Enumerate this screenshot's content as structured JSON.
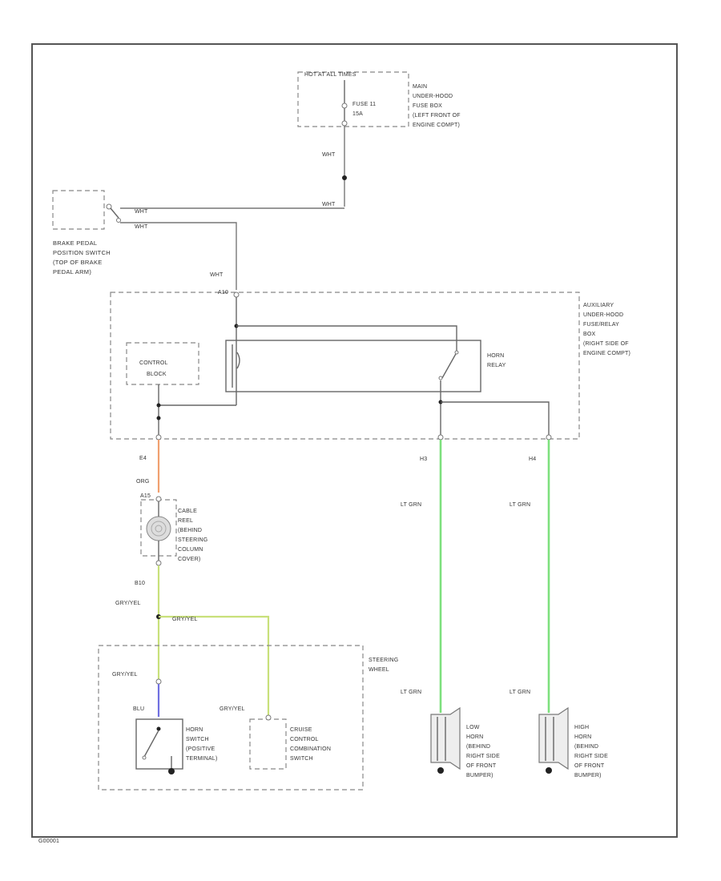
{
  "fuse_box": {
    "header": "HOT AT ALL TIMES",
    "fuse": [
      "FUSE 11",
      "15A"
    ],
    "name": [
      "MAIN",
      "UNDER-HOOD",
      "FUSE BOX",
      "(LEFT FRONT OF",
      "ENGINE COMPT)"
    ]
  },
  "brake_switch": {
    "name": [
      "BRAKE PEDAL",
      "POSITION SWITCH",
      "(TOP OF BRAKE",
      "PEDAL ARM)"
    ]
  },
  "aux_box": {
    "name": [
      "AUXILIARY",
      "UNDER-HOOD",
      "FUSE/RELAY",
      "BOX",
      "(RIGHT SIDE OF",
      "ENGINE COMPT)"
    ],
    "control_block": [
      "CONTROL",
      "BLOCK"
    ],
    "horn_relay": [
      "HORN",
      "RELAY"
    ],
    "top_connector": "A10"
  },
  "cable_reel": {
    "name": [
      "CABLE",
      "REEL",
      "(BEHIND",
      "STEERING",
      "COLUMN",
      "COVER)"
    ],
    "top_connector": "A15"
  },
  "steering_wheel": {
    "name": [
      "STEERING",
      "WHEEL"
    ],
    "horn_switch": [
      "HORN",
      "SWITCH",
      "(POSITIVE",
      "TERMINAL)"
    ],
    "cruise_switch": [
      "CRUISE",
      "CONTROL",
      "COMBINATION",
      "SWITCH"
    ]
  },
  "low_horn": {
    "name": [
      "LOW",
      "HORN",
      "(BEHIND",
      "RIGHT SIDE",
      "OF FRONT",
      "BUMPER)"
    ]
  },
  "high_horn": {
    "name": [
      "HIGH",
      "HORN",
      "(BEHIND",
      "RIGHT SIDE",
      "OF FRONT",
      "BUMPER)"
    ]
  },
  "wires": {
    "wht_fuse": "WHT",
    "wht_junction": "WHT",
    "wht_brake_1": "WHT",
    "wht_brake_2": "WHT",
    "wht_aux": "WHT",
    "e4": "E4",
    "org": "ORG",
    "b10": "B10",
    "gry_yel_1": "GRY/YEL",
    "gry_yel_2": "GRY/YEL",
    "gry_yel_3": "GRY/YEL",
    "gry_yel_4": "GRY/YEL",
    "blu": "BLU",
    "h3": "H3",
    "h4": "H4",
    "lt_grn_1": "LT GRN",
    "lt_grn_2": "LT GRN",
    "lt_grn_3": "LT GRN",
    "lt_grn_4": "LT GRN"
  },
  "footer_code": "G00001",
  "colors": {
    "wht": "#aaaaaa",
    "org": "#f0a070",
    "gry_yel": "#c8e07a",
    "blu": "#7070e0",
    "lt_grn": "#7de07d"
  }
}
